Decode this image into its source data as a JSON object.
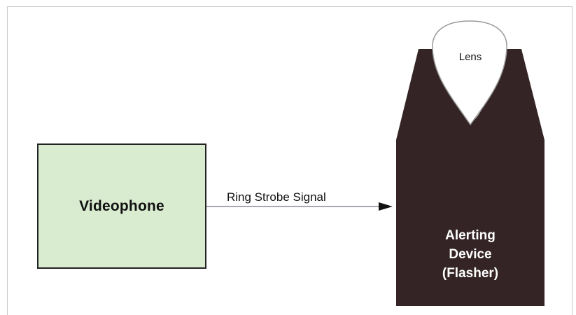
{
  "diagram": {
    "source_node": {
      "label": "Videophone",
      "fill_color": "#d9ecd0",
      "border_color": "#222222"
    },
    "edge": {
      "label": "Ring Strobe Signal",
      "from": "Videophone",
      "to": "Alerting Device (Flasher)",
      "line_color": "#8a8aa0",
      "arrowhead_color": "#111111"
    },
    "target_node": {
      "label_lines": [
        "Alerting",
        "Device",
        "(Flasher)"
      ],
      "fill_color": "#342426",
      "text_color": "#ffffff"
    },
    "lens": {
      "label": "Lens",
      "outline_color": "#9a9a9a"
    }
  }
}
